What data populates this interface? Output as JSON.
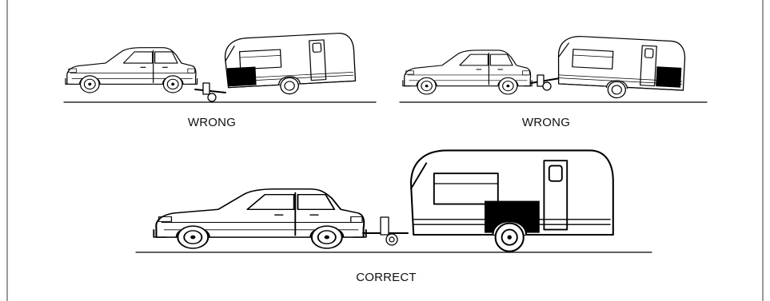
{
  "labels": {
    "wrong_left": "WRONG",
    "wrong_right": "WRONG",
    "correct": "CORRECT"
  },
  "colors": {
    "ink": "#000000",
    "background": "#ffffff"
  }
}
